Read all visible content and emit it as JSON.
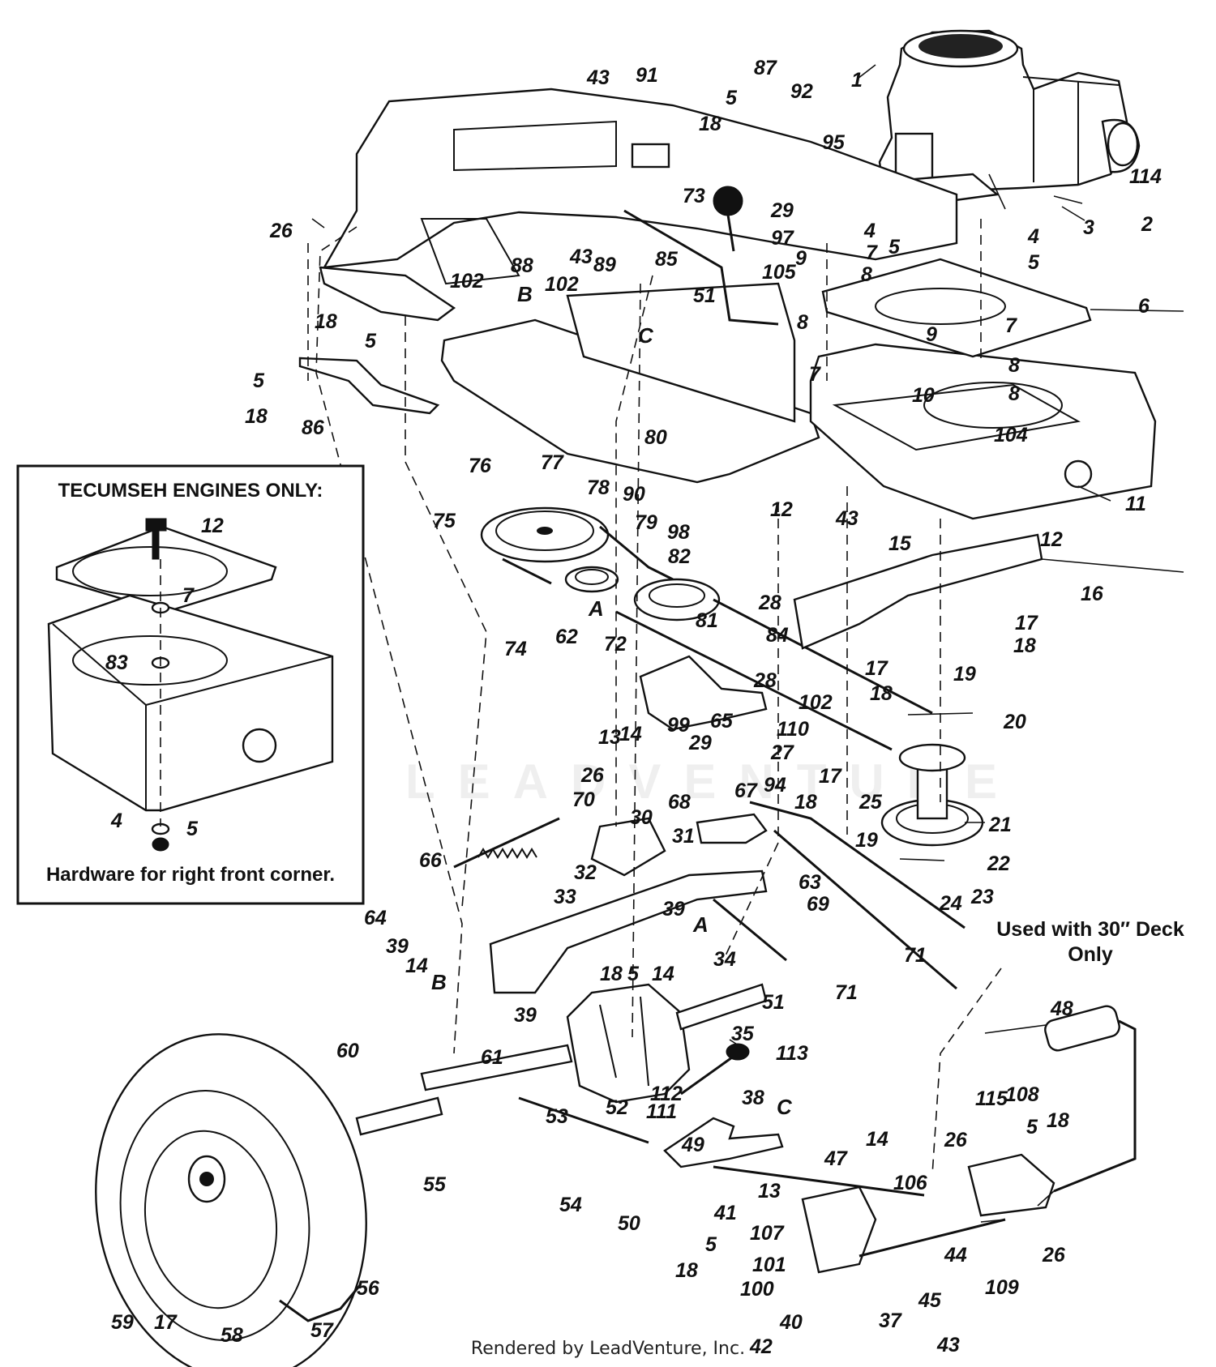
{
  "inset": {
    "title": "TECUMSEH ENGINES ONLY:",
    "caption": "Hardware for right front corner.",
    "callouts": [
      "12",
      "7",
      "83",
      "4",
      "5"
    ]
  },
  "note": {
    "line1": "Used with 30″ Deck",
    "line2": "Only"
  },
  "watermark": "LEADVENTURE",
  "footer": "Rendered by LeadVenture, Inc.",
  "callouts": [
    "43",
    "91",
    "87",
    "92",
    "5",
    "18",
    "95",
    "1",
    "114",
    "2",
    "3",
    "73",
    "29",
    "97",
    "26",
    "88",
    "43",
    "89",
    "85",
    "51",
    "105",
    "4",
    "5",
    "7",
    "9",
    "8",
    "4",
    "5",
    "6",
    "9",
    "7",
    "8",
    "7",
    "8",
    "10",
    "104",
    "8",
    "102",
    "102",
    "18",
    "5",
    "5",
    "18",
    "86",
    "76",
    "77",
    "78",
    "75",
    "74",
    "62",
    "80",
    "90",
    "79",
    "98",
    "82",
    "28",
    "84",
    "81",
    "72",
    "102",
    "28",
    "110",
    "27",
    "99",
    "29",
    "65",
    "94",
    "13",
    "14",
    "26",
    "70",
    "30",
    "68",
    "67",
    "66",
    "31",
    "32",
    "33",
    "39",
    "64",
    "39",
    "14",
    "18",
    "5",
    "14",
    "34",
    "39",
    "63",
    "69",
    "71",
    "71",
    "12",
    "43",
    "15",
    "11",
    "12",
    "16",
    "17",
    "18",
    "17",
    "18",
    "19",
    "20",
    "17",
    "18",
    "25",
    "21",
    "19",
    "22",
    "23",
    "24",
    "51",
    "35",
    "61",
    "53",
    "113",
    "60",
    "38",
    "112",
    "52",
    "111",
    "55",
    "54",
    "49",
    "50",
    "47",
    "14",
    "13",
    "41",
    "107",
    "106",
    "101",
    "100",
    "5",
    "18",
    "40",
    "42",
    "37",
    "45",
    "43",
    "44",
    "109",
    "26",
    "26",
    "115",
    "108",
    "5",
    "18",
    "48",
    "59",
    "17",
    "58",
    "57",
    "56"
  ],
  "letters": [
    "B",
    "C",
    "A",
    "A",
    "B",
    "C"
  ]
}
